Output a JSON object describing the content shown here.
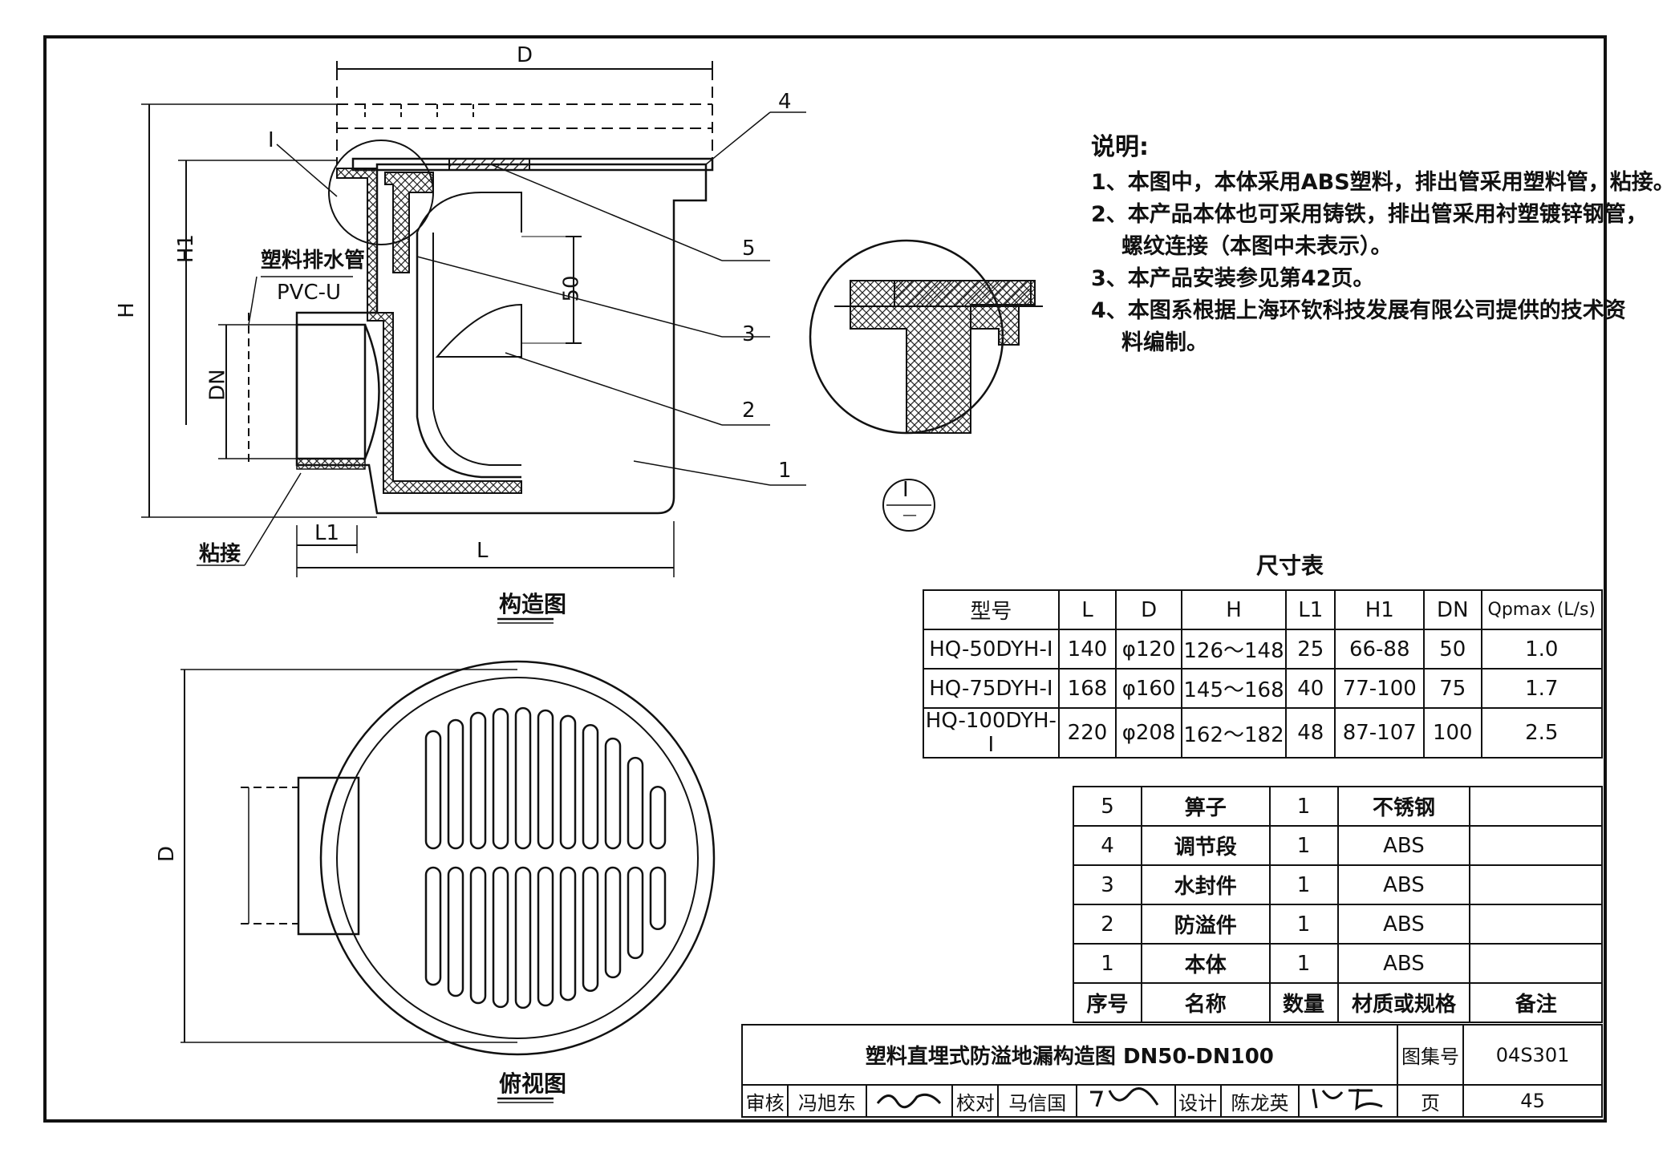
{
  "views": {
    "section_caption": "构造图",
    "plan_caption": "俯视图",
    "detail_marker": "I",
    "detail_marker_bottom": "—"
  },
  "labels": {
    "section": {
      "D": "D",
      "H": "H",
      "H1": "H1",
      "DN": "DN",
      "L1": "L1",
      "L": "L",
      "50": "50",
      "I": "I",
      "pipe_name": "塑料排水管",
      "pipe_type": "PVC-U",
      "glue": "粘接",
      "parts": [
        "1",
        "2",
        "3",
        "4",
        "5"
      ]
    },
    "plan": {
      "D": "D"
    }
  },
  "notes": {
    "title": "说明:",
    "items": [
      "1、本图中，本体采用ABS塑料，排出管采用塑料管，粘接。",
      "2、本产品本体也可采用铸铁，排出管采用衬塑镀锌钢管，",
      "螺纹连接（本图中未表示）。",
      "3、本产品安装参见第42页。",
      "4、本图系根据上海环钦科技发展有限公司提供的技术资",
      "料编制。"
    ]
  },
  "dim_table": {
    "title": "尺寸表",
    "headers": [
      "型号",
      "L",
      "D",
      "H",
      "L1",
      "H1",
      "DN",
      "Qpmax (L/s)"
    ],
    "rows": [
      [
        "HQ-50DYH-Ⅰ",
        "140",
        "φ120",
        "126～148",
        "25",
        "66-88",
        "50",
        "1.0"
      ],
      [
        "HQ-75DYH-Ⅰ",
        "168",
        "φ160",
        "145～168",
        "40",
        "77-100",
        "75",
        "1.7"
      ],
      [
        "HQ-100DYH-Ⅰ",
        "220",
        "φ208",
        "162～182",
        "48",
        "87-107",
        "100",
        "2.5"
      ]
    ]
  },
  "parts_table": {
    "rows": [
      [
        "5",
        "箅子",
        "1",
        "不锈钢",
        ""
      ],
      [
        "4",
        "调节段",
        "1",
        "ABS",
        ""
      ],
      [
        "3",
        "水封件",
        "1",
        "ABS",
        ""
      ],
      [
        "2",
        "防溢件",
        "1",
        "ABS",
        ""
      ],
      [
        "1",
        "本体",
        "1",
        "ABS",
        ""
      ]
    ],
    "headers": [
      "序号",
      "名称",
      "数量",
      "材质或规格",
      "备注"
    ]
  },
  "title_block": {
    "drawing_title": "塑料直埋式防溢地漏构造图 DN50-DN100",
    "atlas_label": "图集号",
    "atlas_no": "04S301",
    "review_label": "审核",
    "reviewer": "冯旭东",
    "check_label": "校对",
    "checker": "马信国",
    "design_label": "设计",
    "designer": "陈龙英",
    "page_label": "页",
    "page_no": "45"
  }
}
